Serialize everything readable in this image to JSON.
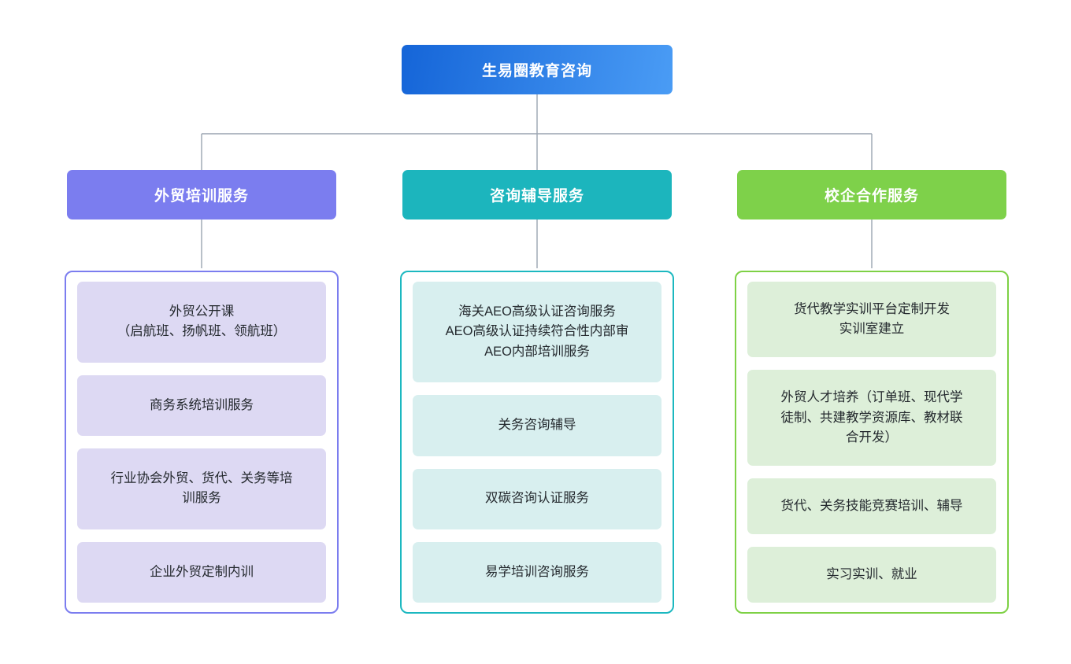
{
  "diagram": {
    "title_node": {
      "label": "生易圈教育咨询",
      "gradient_from": "#1565d8",
      "gradient_to": "#4a9cf5",
      "text_color": "#ffffff"
    },
    "connector_color": "#9aa4b0",
    "background": "#ffffff",
    "branches": [
      {
        "header_label": "外贸培训服务",
        "header_color": "#7b7def",
        "border_color": "#7b7def",
        "card_color": "#ddd9f3",
        "items": [
          {
            "lines": [
              "外贸公开课",
              "（启航班、扬帆班、领航班）"
            ]
          },
          {
            "lines": [
              "商务系统培训服务"
            ]
          },
          {
            "lines": [
              "行业协会外贸、货代、关务等培",
              "训服务"
            ]
          },
          {
            "lines": [
              "企业外贸定制内训"
            ]
          }
        ]
      },
      {
        "header_label": "咨询辅导服务",
        "header_color": "#1cb5bd",
        "border_color": "#1cb8c0",
        "card_color": "#d8efef",
        "items": [
          {
            "lines": [
              "海关AEO高级认证咨询服务",
              "AEO高级认证持续符合性内部审",
              "AEO内部培训服务"
            ]
          },
          {
            "lines": [
              "关务咨询辅导"
            ]
          },
          {
            "lines": [
              "双碳咨询认证服务"
            ]
          },
          {
            "lines": [
              "易学培训咨询服务"
            ]
          }
        ]
      },
      {
        "header_label": "校企合作服务",
        "header_color": "#7ed14a",
        "border_color": "#7ed145",
        "card_color": "#ddefd9",
        "items": [
          {
            "lines": [
              "货代教学实训平台定制开发",
              "实训室建立"
            ]
          },
          {
            "lines": [
              "外贸人才培养（订单班、现代学",
              "徒制、共建教学资源库、教材联",
              "合开发）"
            ]
          },
          {
            "lines": [
              "货代、关务技能竞赛培训、辅导"
            ]
          },
          {
            "lines": [
              "实习实训、就业"
            ]
          }
        ]
      }
    ]
  }
}
